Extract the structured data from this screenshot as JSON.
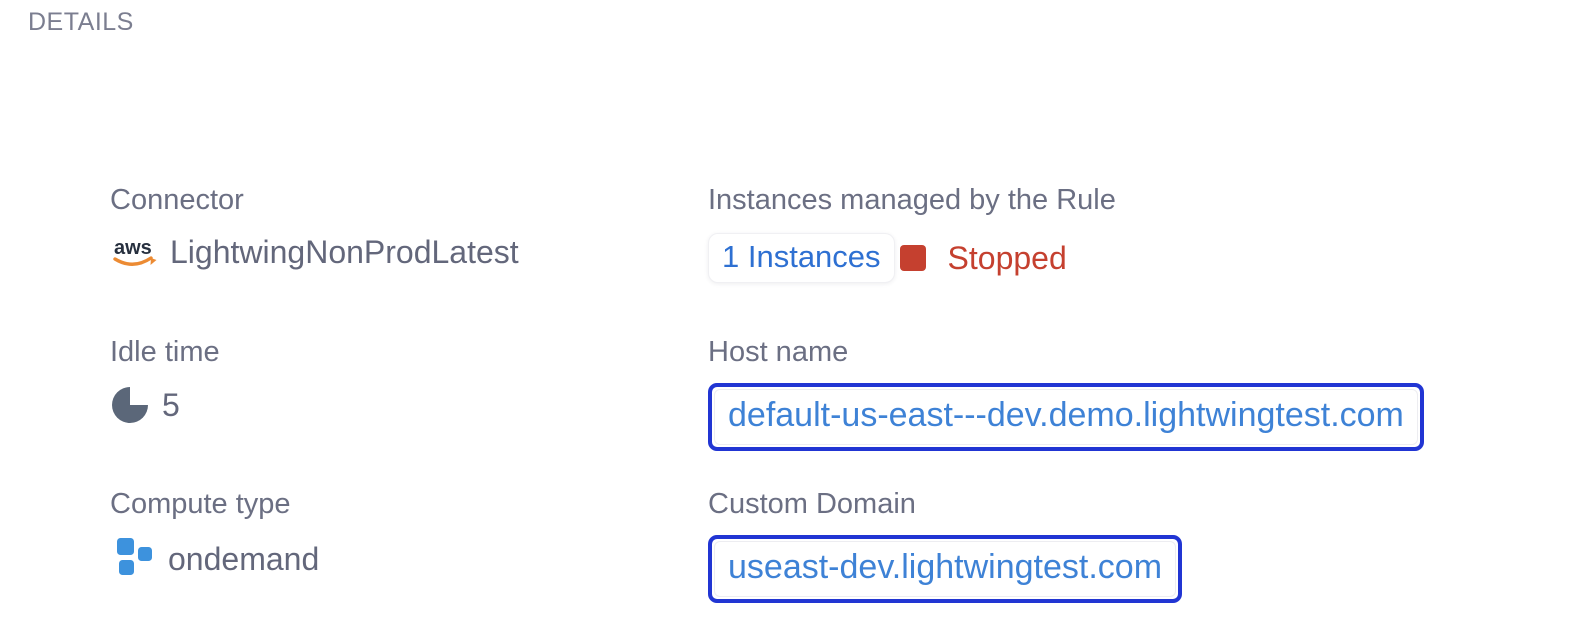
{
  "section": {
    "title": "DETAILS"
  },
  "fields": {
    "connector": {
      "label": "Connector",
      "value": "LightwingNonProdLatest",
      "icon": "aws-icon"
    },
    "idle_time": {
      "label": "Idle time",
      "value": "5",
      "icon": "pie-clock-icon"
    },
    "compute_type": {
      "label": "Compute type",
      "value": "ondemand",
      "icon": "compute-squares-icon"
    },
    "instances": {
      "label": "Instances managed by the Rule",
      "count_link": "1 Instances",
      "status": "Stopped",
      "status_icon": "stopped-square-icon"
    },
    "host_name": {
      "label": "Host name",
      "value": "default-us-east---dev.demo.lightwingtest.com"
    },
    "custom_domain": {
      "label": "Custom Domain",
      "value": "useast-dev.lightwingtest.com"
    }
  },
  "colors": {
    "section_title": "#7b7e90",
    "label_gray": "#6b6f83",
    "value_gray": "#63677b",
    "link_blue": "#3e82d6",
    "chip_link_blue": "#2e70d2",
    "status_red": "#c5402f",
    "focus_ring_blue": "#2135d3",
    "compute_icon_blue": "#3d92dd",
    "aws_navy": "#27303f",
    "aws_orange": "#ec8b33",
    "pie_icon_slate": "#5b6779"
  }
}
